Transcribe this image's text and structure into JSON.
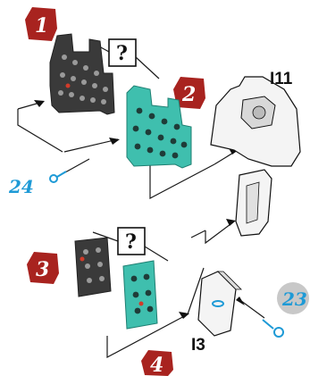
{
  "steps": [
    {
      "label": "1"
    },
    {
      "label": "2"
    },
    {
      "label": "3"
    },
    {
      "label": "4"
    }
  ],
  "part_labels": {
    "top_assembly": "I11",
    "small_part": "I3"
  },
  "question_marks": [
    "?",
    "?"
  ],
  "callouts": {
    "left_pin": "24",
    "right_pin": "23"
  },
  "colors": {
    "step_badge": "#a8231f",
    "decal_teal": "#3fbfae",
    "panel_dark": "#3a3a3a",
    "callout_cyan": "#1e9ad6",
    "callout_circle": "#c8c8c8"
  }
}
